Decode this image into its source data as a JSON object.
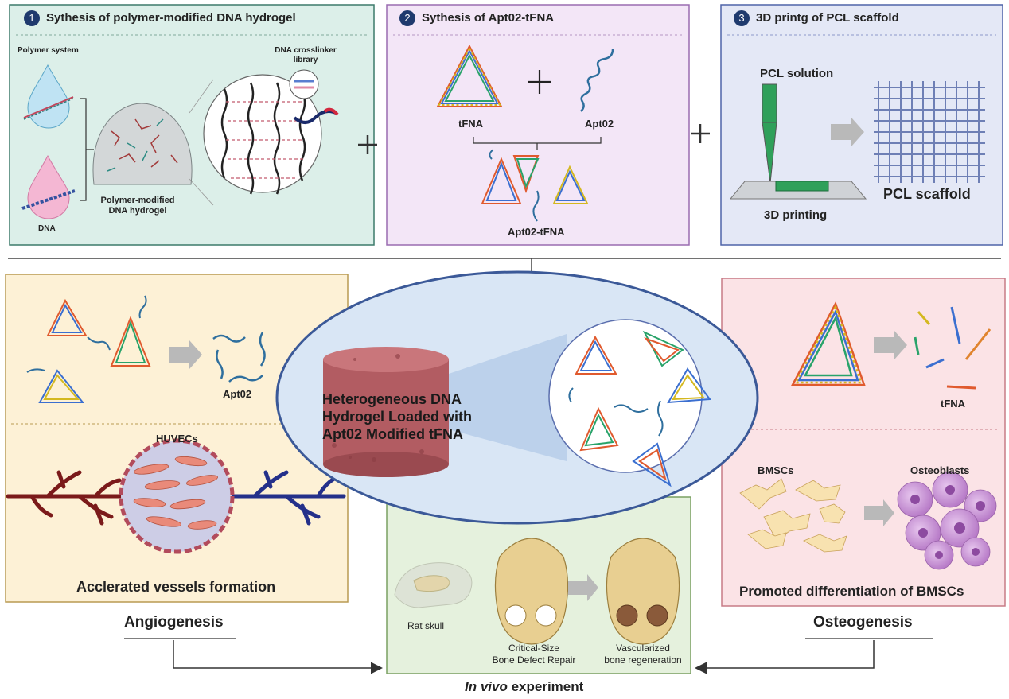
{
  "panel1": {
    "number": "1",
    "title": "Sythesis of polymer-modified DNA hydrogel",
    "polymer_system": "Polymer system",
    "dna": "DNA",
    "hydrogel_line1": "Polymer-modified",
    "hydrogel_line2": "DNA hydrogel",
    "crosslinker_line1": "DNA crosslinker",
    "crosslinker_line2": "library"
  },
  "panel2": {
    "number": "2",
    "title": "Sythesis of Apt02-tFNA",
    "tfna": "tFNA",
    "apt02": "Apt02",
    "product": "Apt02-tFNA"
  },
  "panel3": {
    "number": "3",
    "title": "3D printg of PCL scaffold",
    "solution": "PCL solution",
    "printing": "3D printing",
    "scaffold": "PCL scaffold"
  },
  "center": {
    "line1": "Heterogeneous DNA",
    "line2": "Hydrogel Loaded with",
    "line3": "Apt02 Modified tFNA"
  },
  "angio": {
    "apt02": "Apt02",
    "huvecs": "HUVECs",
    "caption": "Acclerated vessels formation",
    "section": "Angiogenesis"
  },
  "osteo": {
    "tfna": "tFNA",
    "bmscs": "BMSCs",
    "osteoblasts": "Osteoblasts",
    "caption": "Promoted differentiation of BMSCs",
    "section": "Osteogenesis"
  },
  "invivo": {
    "rat_skull": "Rat skull",
    "repair_line1": "Critical-Size",
    "repair_line2": "Bone Defect Repair",
    "regen_line1": "Vascularized",
    "regen_line2": "bone regeneration",
    "title_italic": "In vivo",
    "title_rest": " experiment"
  },
  "colors": {
    "panel1_bg": "#dcefe9",
    "panel2_bg": "#f3e6f7",
    "panel3_bg": "#e4e8f6",
    "angio_bg": "#fdf1d6",
    "osteo_bg": "#fbe3e6",
    "invivo_bg": "#e5f1dd",
    "ellipse_bg": "#d9e6f5",
    "outline_blue": "#3b5998"
  }
}
